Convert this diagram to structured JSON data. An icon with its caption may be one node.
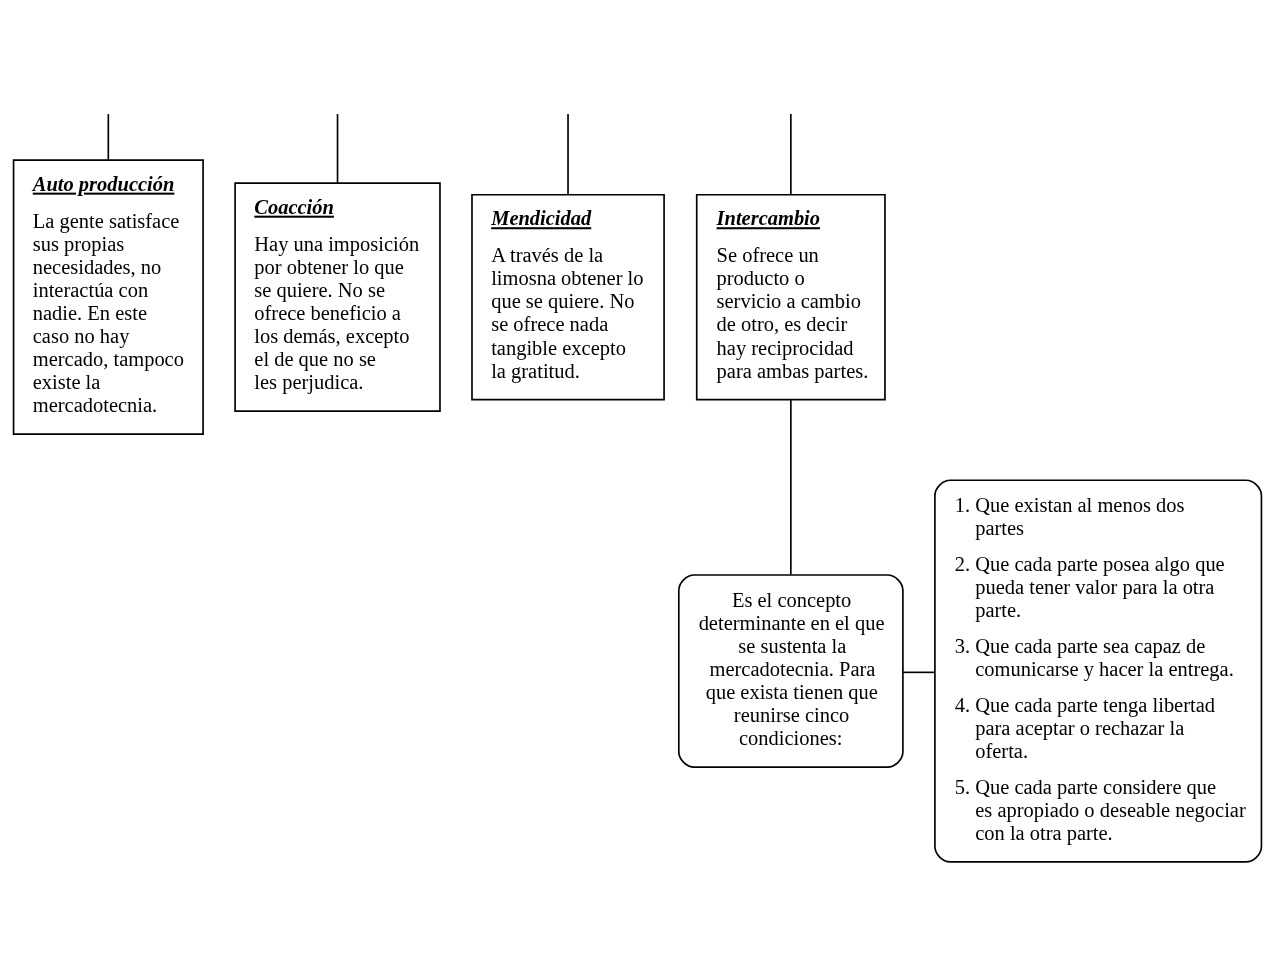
{
  "diagram": {
    "nodes": [
      {
        "text": [
          "Auto producción",
          "La gente satisface sus propias necesidades, no interactúa con nadie. En este caso no hay mercado, tampoco existe la mercadotecnia."
        ]
      },
      {
        "text": [
          "Coacción",
          "Hay una imposición por obtener lo que se quiere. No se ofrece beneficio a los demás, excepto el de que no se les perjudica."
        ]
      },
      {
        "text": [
          "Mendicidad",
          "A través de la limosna obtener lo que se quiere. No se ofrece nada tangible excepto la gratitud."
        ]
      },
      {
        "text": [
          "Intercambio",
          "Se ofrece un producto o servicio a cambio de otro, es decir hay reciprocidad para ambas partes."
        ]
      },
      {
        "text": [
          "Es el concepto determinante en el que se sustenta la mercadotecnia. Para que exista tienen que reunirse cinco condiciones:"
        ]
      },
      {
        "text": [
          "1. Que existan al menos dos partes",
          "2. Que cada parte posea algo que pueda tener valor para la otra parte.",
          "3. Que cada parte sea capaz de comunicarse y hacer la entrega.",
          "4. Que cada parte tenga libertad para aceptar o rechazar la oferta.",
          "5. Que cada parte considere que es apropiado o deseable negociar con la otra parte."
        ]
      }
    ],
    "edges": [
      {
        "from": null,
        "to": 0,
        "arrow": "none"
      },
      {
        "from": null,
        "to": 1,
        "arrow": "none"
      },
      {
        "from": null,
        "to": 2,
        "arrow": "none"
      },
      {
        "from": null,
        "to": 3,
        "arrow": "none"
      },
      {
        "from": 3,
        "to": 4,
        "arrow": "none"
      },
      {
        "from": 4,
        "to": 5,
        "arrow": "none"
      }
    ]
  }
}
